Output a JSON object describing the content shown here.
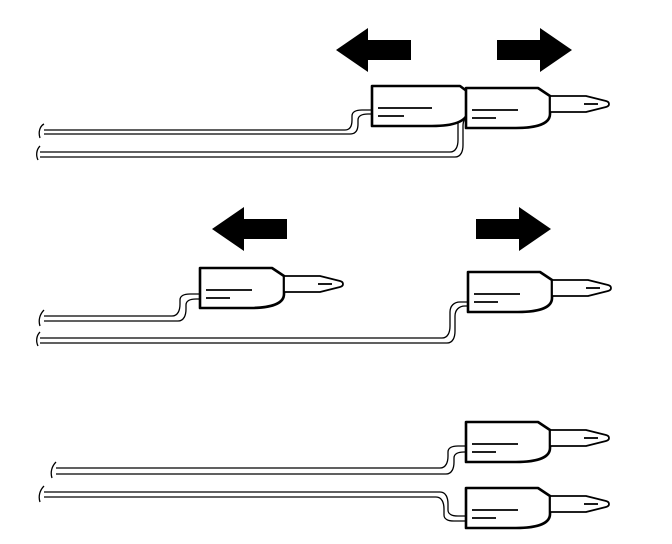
{
  "colors": {
    "line": "#000000",
    "background": "#ffffff"
  },
  "panels": [
    {
      "state": "connected",
      "arrows": [
        "left",
        "right"
      ]
    },
    {
      "state": "separated",
      "arrows": [
        "left",
        "right"
      ]
    },
    {
      "state": "parallel",
      "arrows": []
    }
  ]
}
